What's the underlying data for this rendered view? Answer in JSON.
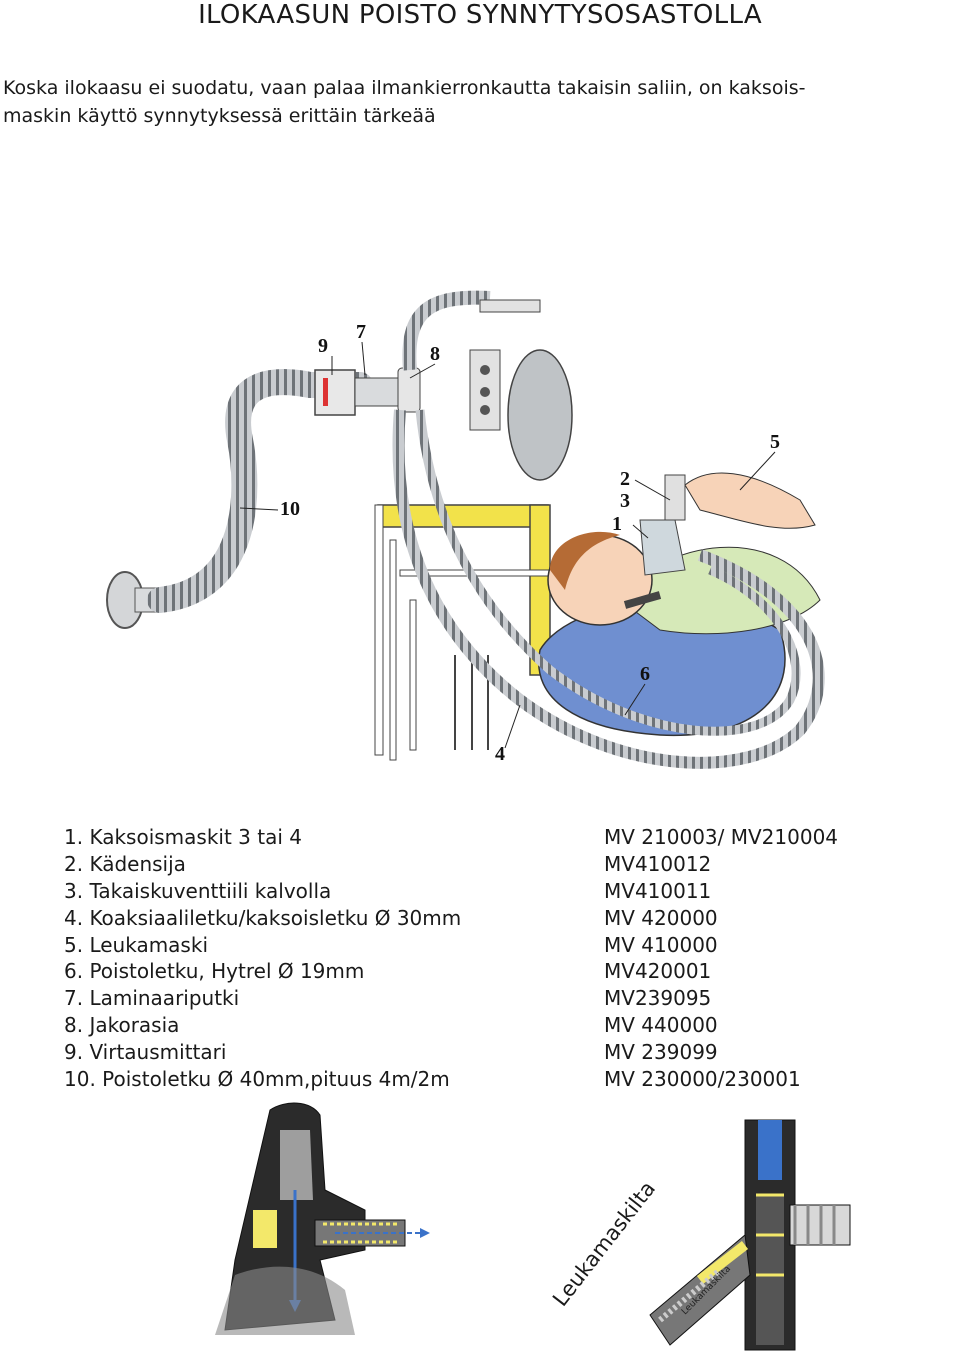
{
  "title": "ILOKAASUN POISTO SYNNYTYSOSASTOLLA",
  "intro": {
    "line1": "Koska ilokaasu ei suodatu, vaan palaa ilmankierronkautta takaisin saliin, on kaksois-",
    "line2": "maskin käyttö synnytyksessä erittäin tärkeää"
  },
  "diagram_labels": [
    "1",
    "2",
    "3",
    "4",
    "5",
    "6",
    "7",
    "8",
    "9",
    "10"
  ],
  "parts": [
    {
      "label": "1.  Kaksoismaskit 3 tai 4",
      "code": "MV 210003/ MV210004"
    },
    {
      "label": "2.  Kädensija",
      "code": "MV410012"
    },
    {
      "label": "3.  Takaiskuventtiili kalvolla",
      "code": "MV410011"
    },
    {
      "label": "4.  Koaksiaaliletku/kaksoisletku Ø 30mm",
      "code": "MV 420000"
    },
    {
      "label": "5.  Leukamaski",
      "code": "MV 410000"
    },
    {
      "label": "6.  Poistoletku, Hytrel Ø 19mm",
      "code": "MV420001"
    },
    {
      "label": "7.  Laminaariputki",
      "code": "MV239095"
    },
    {
      "label": "8.  Jakorasia",
      "code": "MV 440000"
    },
    {
      "label": "9.  Virtausmittari",
      "code": "MV 239099"
    },
    {
      "label": "10. Poistoletku Ø 40mm,pituus 4m/2m",
      "code": "MV 230000/230001"
    }
  ],
  "bottom_label": "Leukamaskilta",
  "small_hose_label": "Leukamaskilta"
}
